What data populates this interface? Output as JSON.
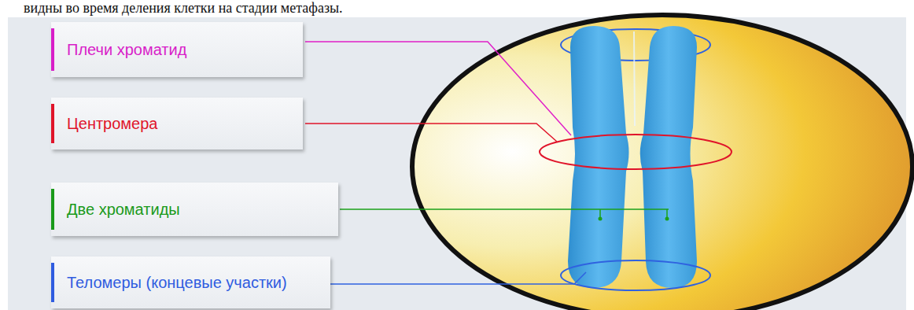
{
  "diagram": {
    "nodes": [
      {
        "text": [
          "Плечи хроматид"
        ]
      },
      {
        "text": [
          "Центромера"
        ]
      },
      {
        "text": [
          "Две хроматиды"
        ]
      },
      {
        "text": [
          "Теломеры (концевые участки)"
        ]
      }
    ],
    "labels": [
      "видны во время деления клетки на стадии метафазы."
    ]
  }
}
